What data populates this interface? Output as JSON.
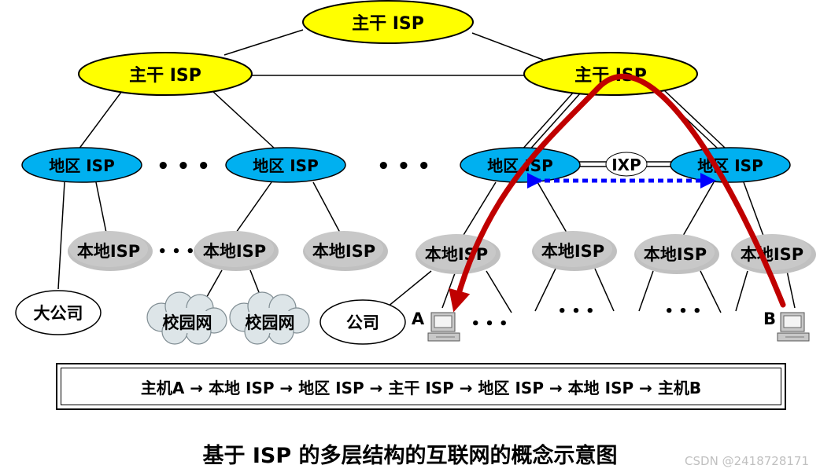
{
  "labels": {
    "backbone_isp": "主干 ISP",
    "regional_isp": "地区 ISP",
    "local_isp": "本地ISP",
    "ixp": "IXP",
    "big_company": "大公司",
    "company": "公司",
    "campus_net": "校园网",
    "host_a": "A",
    "host_b": "B",
    "dots": "• • •",
    "small_dots": "• • •"
  },
  "path_text": "主机A → 本地 ISP → 地区 ISP → 主干 ISP → 地区 ISP → 本地 ISP → 主机B",
  "caption": "基于 ISP 的多层结构的互联网的概念示意图",
  "watermark": "CSDN @2418728171",
  "colors": {
    "backbone_fill": "#ffff00",
    "regional_fill": "#00b0f0",
    "local_fill": "#c0c0c0",
    "route_arrow": "#c00000",
    "ixp_link": "#0000ff"
  }
}
